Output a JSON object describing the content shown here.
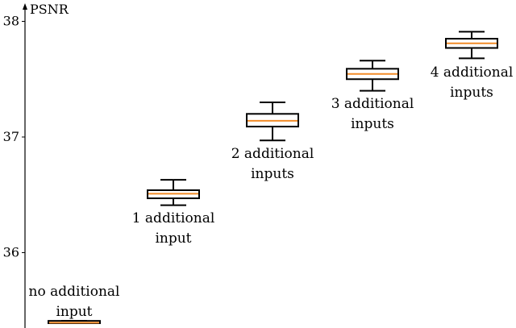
{
  "chart_data": {
    "type": "box",
    "ylabel": "PSNR",
    "ylim": [
      35.35,
      38.12
    ],
    "yticks": [
      {
        "value": 36,
        "label": "36"
      },
      {
        "value": 37,
        "label": "37"
      },
      {
        "value": 38,
        "label": "38"
      }
    ],
    "categories": [
      {
        "lines": [
          "no additional",
          "input"
        ]
      },
      {
        "lines": [
          "1 additional",
          "input"
        ]
      },
      {
        "lines": [
          "2 additional",
          "inputs"
        ]
      },
      {
        "lines": [
          "3 additional",
          "inputs"
        ]
      },
      {
        "lines": [
          "4 additional",
          "inputs"
        ]
      }
    ],
    "boxes": [
      {
        "whisker_low": 35.39,
        "q1": 35.39,
        "median": 35.395,
        "q3": 35.41,
        "whisker_high": 35.41
      },
      {
        "whisker_low": 36.41,
        "q1": 36.47,
        "median": 36.51,
        "q3": 36.54,
        "whisker_high": 36.63
      },
      {
        "whisker_low": 36.97,
        "q1": 37.09,
        "median": 37.14,
        "q3": 37.2,
        "whisker_high": 37.3
      },
      {
        "whisker_low": 37.4,
        "q1": 37.5,
        "median": 37.545,
        "q3": 37.59,
        "whisker_high": 37.66
      },
      {
        "whisker_low": 37.68,
        "q1": 37.77,
        "median": 37.81,
        "q3": 37.85,
        "whisker_high": 37.91
      }
    ],
    "colors": {
      "box": "#000000",
      "median": "#f28c28",
      "axis": "#000000"
    }
  }
}
